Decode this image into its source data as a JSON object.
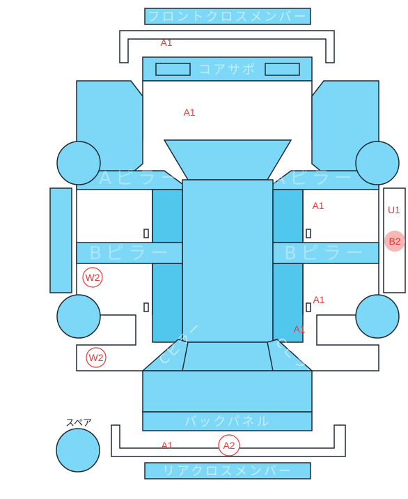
{
  "labels": {
    "front_cross_member": "フロントクロスメンバー",
    "core_support": "コアサポ",
    "a_pillar_left": "Aピラー",
    "a_pillar_right": "Aピラー",
    "b_pillar_left": "Bピラー",
    "b_pillar_right": "Bピラー",
    "back_panel": "バックパネル",
    "rear_cross_member": "リアクロスメンバー",
    "pillar_c_left": "Cピラー",
    "pillar_c_right": "Cピラー",
    "spare": "スペア"
  },
  "marks": {
    "front_member_a1": "A1",
    "core_area_a1": "A1",
    "right_door_a1": "A1",
    "right_u1": "U1",
    "right_b2": "B2",
    "left_w2_upper": "W2",
    "right_rear_a1_upper": "A1",
    "right_rear_a1_lower": "A1",
    "left_w2_lower": "W2",
    "rear_member_a1": "A1",
    "rear_member_a2": "A2"
  },
  "colors": {
    "panel": "#7dd8f8",
    "panel_dark": "#52c7ee",
    "outline": "#1f2a35",
    "mark": "#e53935",
    "mark_fill": "#f6b7b7"
  }
}
